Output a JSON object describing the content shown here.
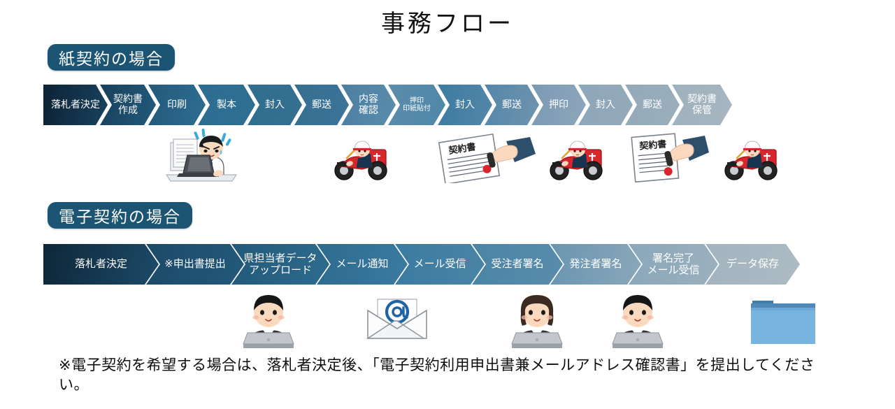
{
  "document": {
    "title": "事務フロー"
  },
  "sections": {
    "paper": {
      "pill_label": "紙契約の場合",
      "steps": [
        {
          "lines": [
            "落札者決定"
          ],
          "width": 92,
          "color_start": "#0d2235",
          "color_end": "#18425f",
          "small": false
        },
        {
          "lines": [
            "契約書",
            "作成"
          ],
          "width": 80,
          "color_start": "#17415c",
          "color_end": "#23597a",
          "small": false
        },
        {
          "lines": [
            "印刷"
          ],
          "width": 82,
          "color_start": "#23597a",
          "color_end": "#2d6d92",
          "small": false
        },
        {
          "lines": [
            "製本"
          ],
          "width": 82,
          "color_start": "#2d6d92",
          "color_end": "#2f6e91",
          "small": false
        },
        {
          "lines": [
            "封入"
          ],
          "width": 78,
          "color_start": "#2f6e91",
          "color_end": "#356f8f",
          "small": false
        },
        {
          "lines": [
            "郵送"
          ],
          "width": 78,
          "color_start": "#356f8f",
          "color_end": "#3c749a",
          "small": false
        },
        {
          "lines": [
            "内容",
            "確認"
          ],
          "width": 78,
          "color_start": "#4b7fa2",
          "color_end": "#5b8cab",
          "small": false
        },
        {
          "lines": [
            "押印",
            "印紙貼付"
          ],
          "width": 82,
          "color_start": "#5b8cab",
          "color_end": "#4f87a8",
          "small": true
        },
        {
          "lines": [
            "封入"
          ],
          "width": 78,
          "color_start": "#3c7ba0",
          "color_end": "#5387a9",
          "small": false
        },
        {
          "lines": [
            "郵送"
          ],
          "width": 78,
          "color_start": "#5387a9",
          "color_end": "#6f93ae",
          "small": false
        },
        {
          "lines": [
            "押印"
          ],
          "width": 78,
          "color_start": "#7a9ab4",
          "color_end": "#8ea6bb",
          "small": false
        },
        {
          "lines": [
            "封入"
          ],
          "width": 78,
          "color_start": "#8ea6bb",
          "color_end": "#94aab9",
          "small": false
        },
        {
          "lines": [
            "郵送"
          ],
          "width": 78,
          "color_start": "#94aab9",
          "color_end": "#9aaebb",
          "small": false
        },
        {
          "lines": [
            "契約書",
            "保管"
          ],
          "width": 86,
          "color_start": "#9fb1bd",
          "color_end": "#a7b6c0",
          "small": false
        }
      ]
    },
    "digital": {
      "pill_label": "電子契約の場合",
      "steps": [
        {
          "lines": [
            "落札者決定"
          ],
          "width": 165,
          "color_start": "#0e2739",
          "color_end": "#1c4a68",
          "small": false
        },
        {
          "lines": [
            "※申出書提出"
          ],
          "width": 140,
          "color_start": "#1c4a68",
          "color_end": "#23597a",
          "small": false
        },
        {
          "lines": [
            "県担当者データ",
            "アップロード"
          ],
          "width": 140,
          "color_start": "#23597a",
          "color_end": "#2d6b8e",
          "small": true
        },
        {
          "lines": [
            "メール通知"
          ],
          "width": 130,
          "color_start": "#2d6b8e",
          "color_end": "#3b7ba0",
          "small": false
        },
        {
          "lines": [
            "メール受信"
          ],
          "width": 128,
          "color_start": "#3b7ba0",
          "color_end": "#4a84a6",
          "small": false
        },
        {
          "lines": [
            "受注者署名"
          ],
          "width": 130,
          "color_start": "#4a84a6",
          "color_end": "#5a8cab",
          "small": false
        },
        {
          "lines": [
            "発注者署名"
          ],
          "width": 130,
          "color_start": "#6a95b0",
          "color_end": "#8aa7ba",
          "small": false
        },
        {
          "lines": [
            "署名完了",
            "メール受信"
          ],
          "width": 128,
          "color_start": "#8aa7ba",
          "color_end": "#9bb0be",
          "small": true
        },
        {
          "lines": [
            "データ保存"
          ],
          "width": 135,
          "color_start": "#a3b4c0",
          "color_end": "#acbac3",
          "small": false
        }
      ]
    }
  },
  "illustrations": {
    "paper": [
      {
        "name": "office-worker-laptop-papers-illustration",
        "label": "書類に追われる担当者"
      },
      {
        "name": "postal-delivery-scooter-illustration-1",
        "label": "郵便配達員"
      },
      {
        "name": "contract-stamping-hand-illustration-1",
        "label": "契約書に押印する手"
      },
      {
        "name": "postal-delivery-scooter-illustration-2",
        "label": "郵便配達員"
      },
      {
        "name": "contract-stamping-hand-illustration-2",
        "label": "契約書に押印する手"
      },
      {
        "name": "postal-delivery-scooter-illustration-3",
        "label": "郵便配達員"
      }
    ],
    "digital": [
      {
        "name": "man-at-laptop-illustration-1",
        "label": "パソコンを操作する男性"
      },
      {
        "name": "email-envelope-at-icon",
        "label": "メール"
      },
      {
        "name": "woman-at-laptop-illustration",
        "label": "パソコンを操作する女性"
      },
      {
        "name": "man-at-laptop-illustration-2",
        "label": "パソコンを操作する男性"
      },
      {
        "name": "blue-folder-icon",
        "label": "データ保存フォルダ"
      }
    ]
  },
  "footnote": {
    "text": "※電子契約を希望する場合は、落札者決定後、「電子契約利用申出書兼メールアドレス確認書」を提出してください。"
  },
  "theme": {
    "pill_bg": "#1b5573",
    "flow_dark": "#0d2235",
    "flow_light": "#acbac3",
    "text_on_flow": "#ffffff",
    "page_bg": "#ffffff"
  }
}
